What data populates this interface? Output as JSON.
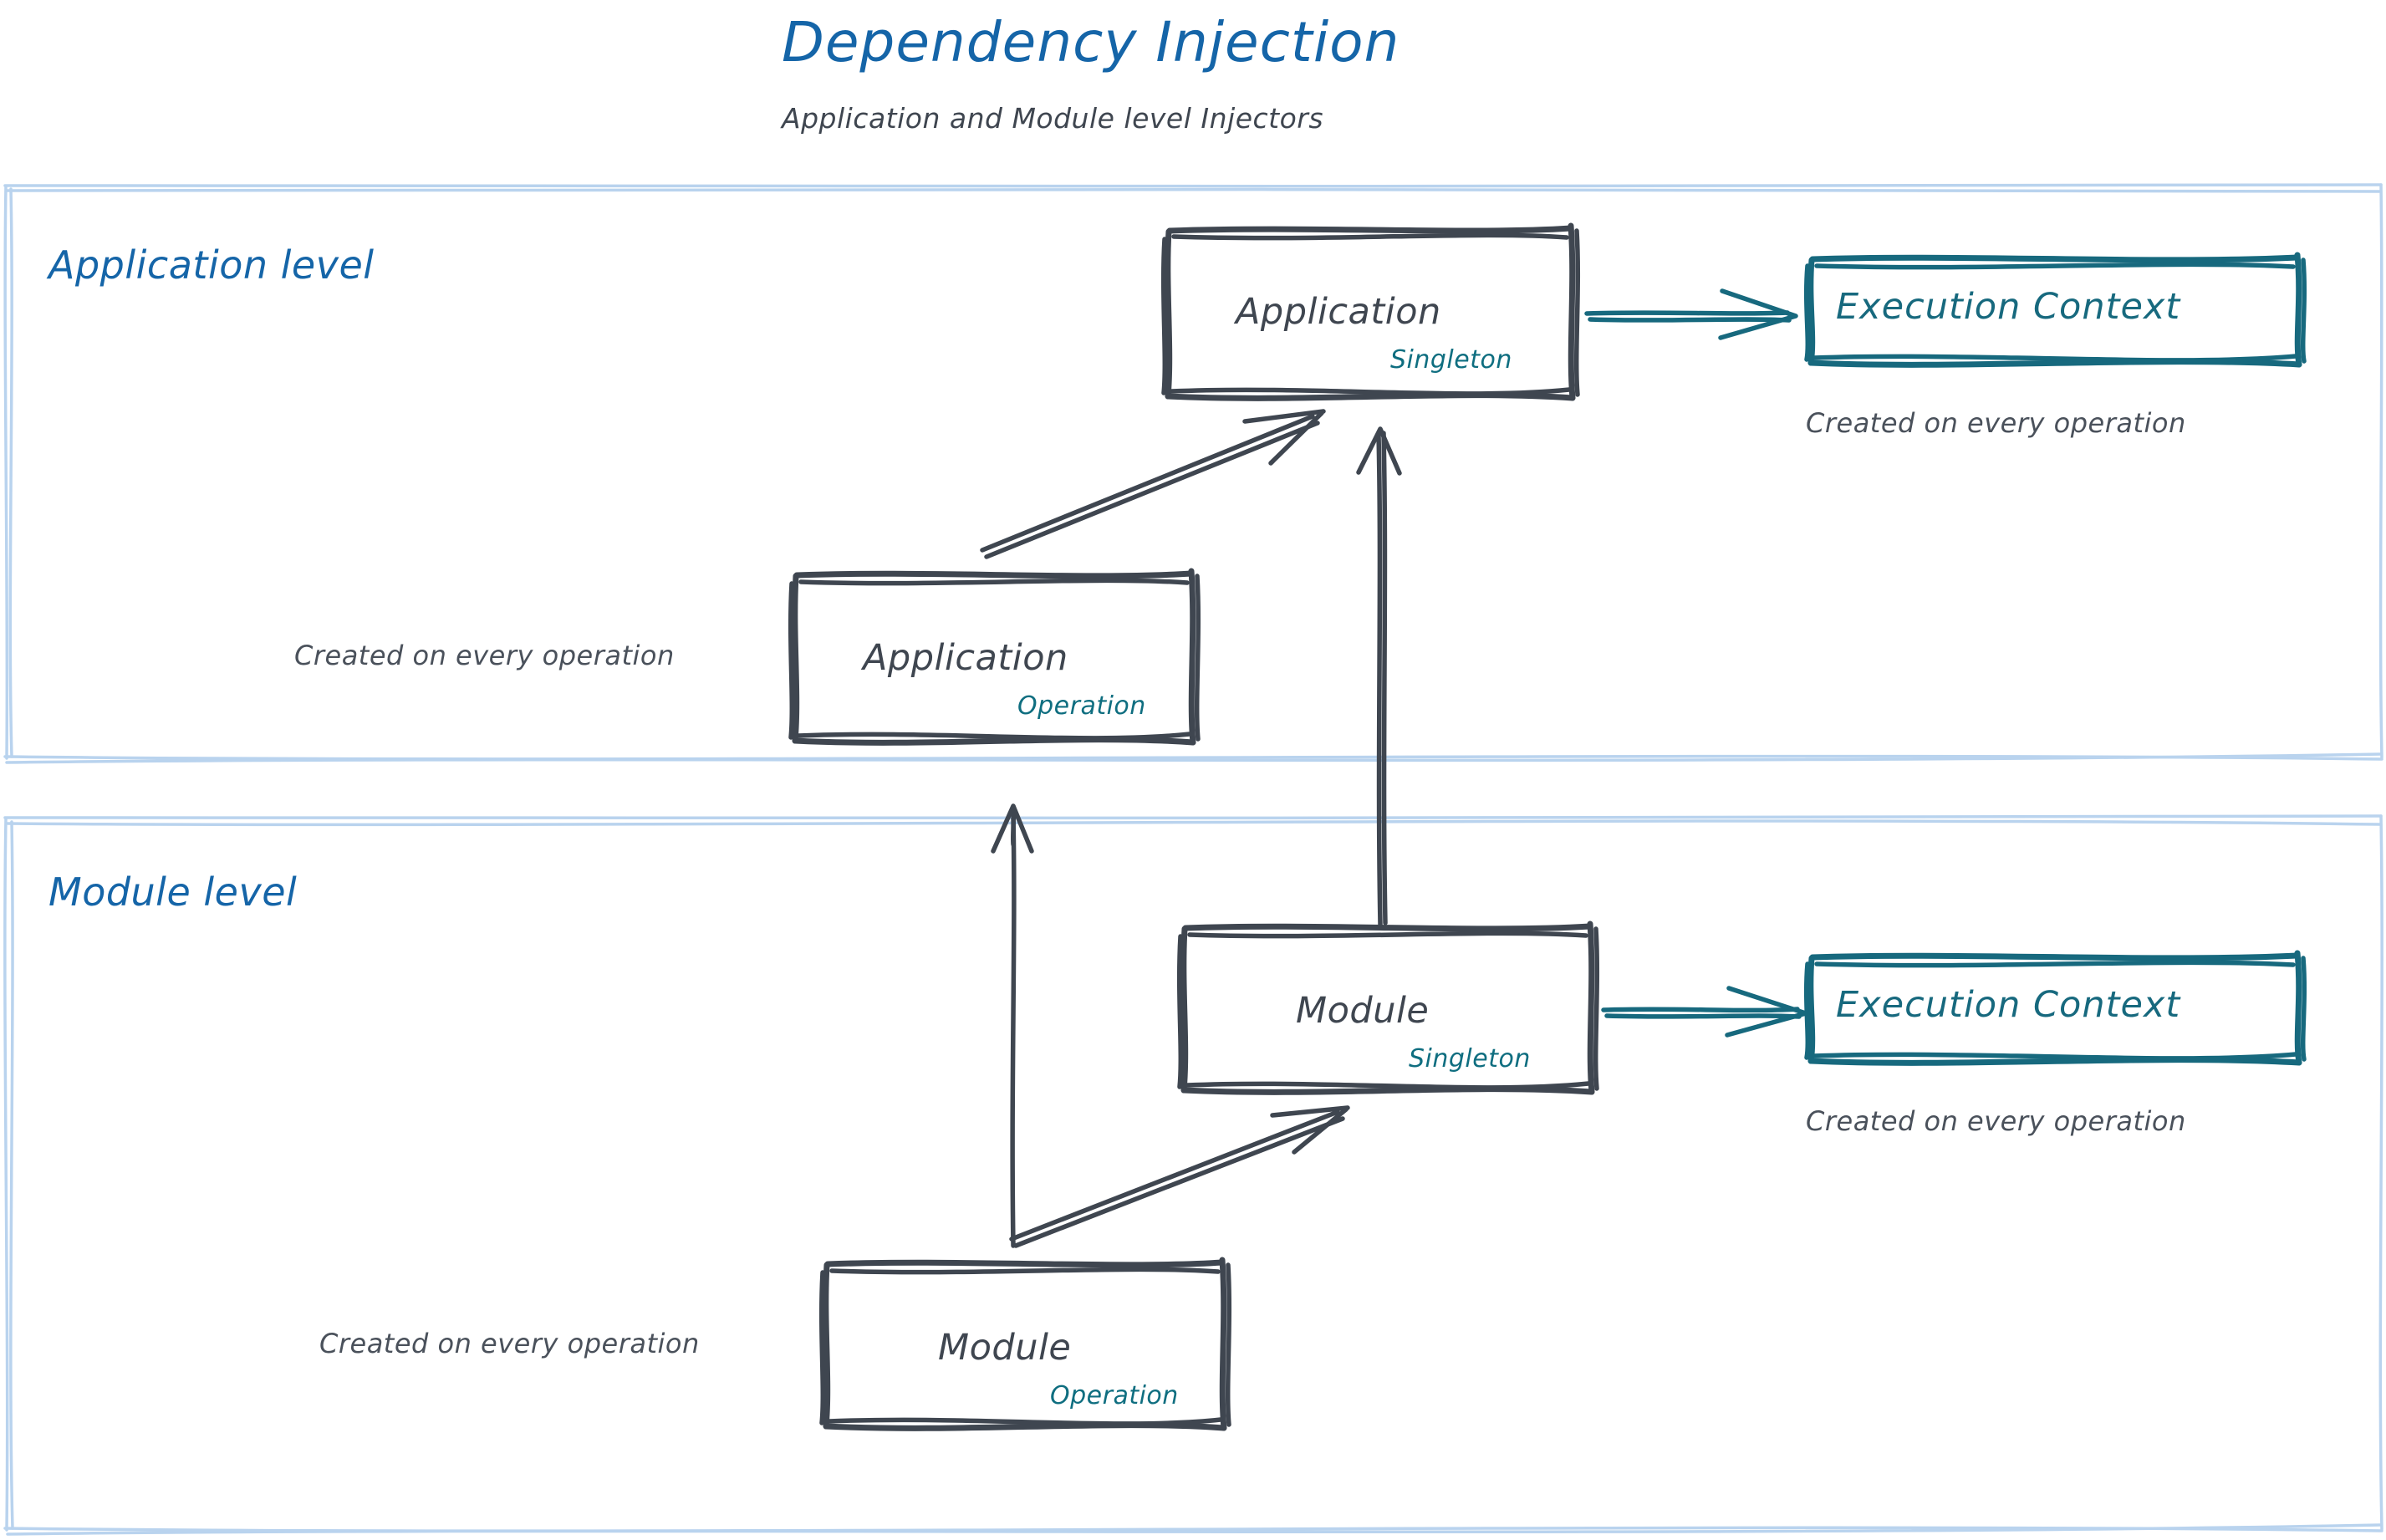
{
  "header": {
    "title": "Dependency Injection",
    "subtitle": "Application and Module level Injectors",
    "title_color": "#1565a8",
    "subtitle_color": "#3f4650"
  },
  "theme": {
    "sketch_stroke": "#3f4650",
    "accent_teal": "#17697e",
    "accent_blue": "#1565a8",
    "container_border": "#b9d3ee",
    "background": "#ffffff"
  },
  "levels": [
    {
      "id": "application-level",
      "label": "Application level",
      "nodes": [
        {
          "id": "application-singleton",
          "title": "Application",
          "scope": "Singleton",
          "kind": "injector"
        },
        {
          "id": "application-operation",
          "title": "Application",
          "scope": "Operation",
          "kind": "injector",
          "caption": "Created on every operation"
        },
        {
          "id": "application-execution-context",
          "title": "Execution Context",
          "kind": "context",
          "caption": "Created on every operation"
        }
      ]
    },
    {
      "id": "module-level",
      "label": "Module level",
      "nodes": [
        {
          "id": "module-singleton",
          "title": "Module",
          "scope": "Singleton",
          "kind": "injector"
        },
        {
          "id": "module-operation",
          "title": "Module",
          "scope": "Operation",
          "kind": "injector",
          "caption": "Created on every operation"
        },
        {
          "id": "module-execution-context",
          "title": "Execution Context",
          "kind": "context",
          "caption": "Created on every operation"
        }
      ]
    }
  ],
  "labels": {
    "app_singleton_title": "Application",
    "app_singleton_scope": "Singleton",
    "app_operation_title": "Application",
    "app_operation_scope": "Operation",
    "app_operation_caption": "Created on every operation",
    "app_context_title": "Execution Context",
    "app_context_caption": "Created on every operation",
    "mod_singleton_title": "Module",
    "mod_singleton_scope": "Singleton",
    "mod_operation_title": "Module",
    "mod_operation_scope": "Operation",
    "mod_operation_caption": "Created on every operation",
    "mod_context_title": "Execution Context",
    "mod_context_caption": "Created on every operation",
    "application_level": "Application level",
    "module_level": "Module level"
  },
  "edges": [
    {
      "id": "app-singleton-to-context",
      "from": "application-singleton",
      "to": "application-execution-context",
      "color": "#17697e",
      "style": "straight-right"
    },
    {
      "id": "app-operation-to-app-singleton",
      "from": "application-operation",
      "to": "application-singleton",
      "color": "#3f4650",
      "style": "diagonal-up-right"
    },
    {
      "id": "module-singleton-to-app-singleton",
      "from": "module-singleton",
      "to": "application-singleton",
      "color": "#3f4650",
      "style": "vertical-up"
    },
    {
      "id": "module-operation-to-app-operation",
      "from": "module-operation",
      "to": "application-operation",
      "color": "#3f4650",
      "style": "vertical-up"
    },
    {
      "id": "module-operation-to-module-singleton",
      "from": "module-operation",
      "to": "module-singleton",
      "color": "#3f4650",
      "style": "diagonal-up-right"
    },
    {
      "id": "module-singleton-to-context",
      "from": "module-singleton",
      "to": "module-execution-context",
      "color": "#17697e",
      "style": "straight-right"
    }
  ]
}
